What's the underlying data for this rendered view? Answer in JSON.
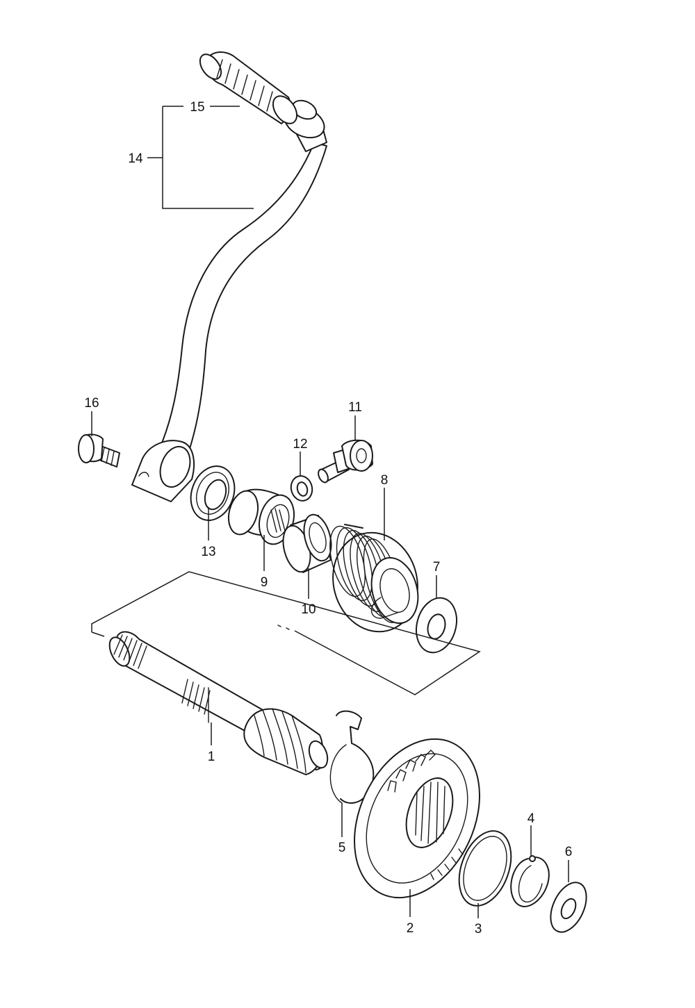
{
  "diagram": {
    "callouts": {
      "p1": "1",
      "p2": "2",
      "p3": "3",
      "p4": "4",
      "p5": "5",
      "p6": "6",
      "p7": "7",
      "p8": "8",
      "p9": "9",
      "p10": "10",
      "p11": "11",
      "p12": "12",
      "p13": "13",
      "p14": "14",
      "p15": "15",
      "p16": "16"
    }
  }
}
